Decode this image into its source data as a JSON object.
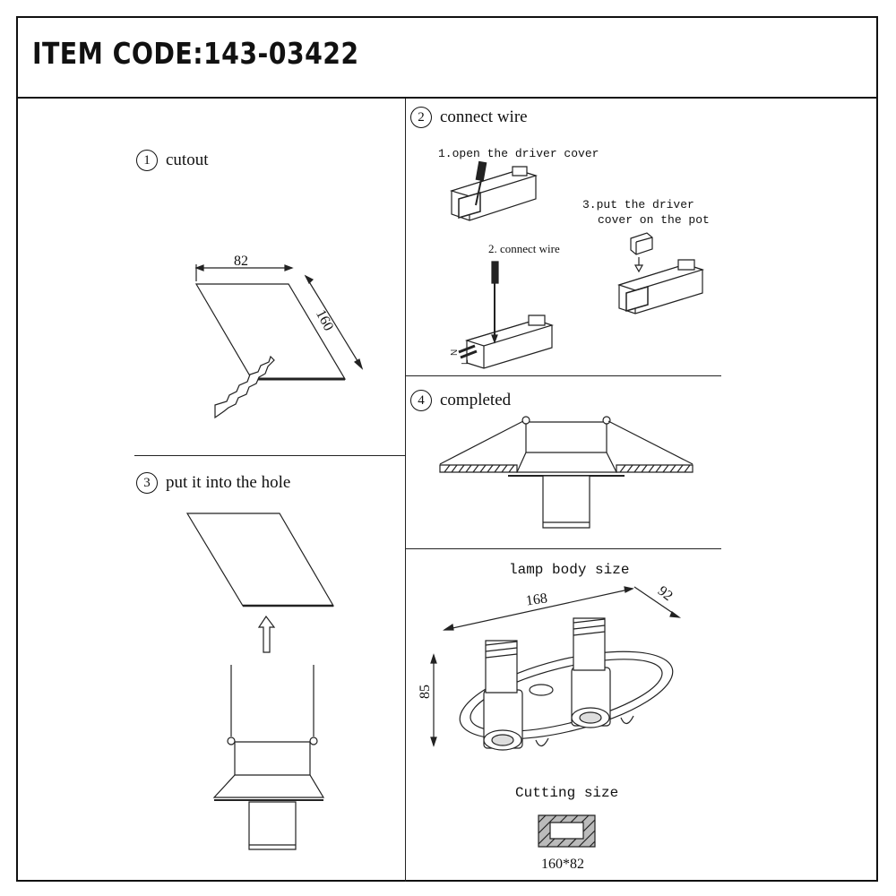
{
  "header": {
    "item_code": "ITEM CODE:143-03422"
  },
  "steps": {
    "cutout": {
      "number": "1",
      "label": "cutout",
      "width_dim": "82",
      "length_dim": "160"
    },
    "connect_wire": {
      "number": "2",
      "label": "connect wire",
      "sub1": "1.open the driver cover",
      "sub2": "2. connect wire",
      "sub3_line1": "3.put the driver",
      "sub3_line2": "cover on the pot",
      "terminal_n": "N",
      "terminal_l": "L"
    },
    "hole": {
      "number": "3",
      "label": "put it into the hole"
    },
    "completed": {
      "number": "4",
      "label": "completed"
    },
    "lamp_body": {
      "title": "lamp body size",
      "length": "168",
      "depth": "92",
      "height": "85"
    },
    "cutting": {
      "title": "Cutting size",
      "size": "160*82"
    }
  }
}
